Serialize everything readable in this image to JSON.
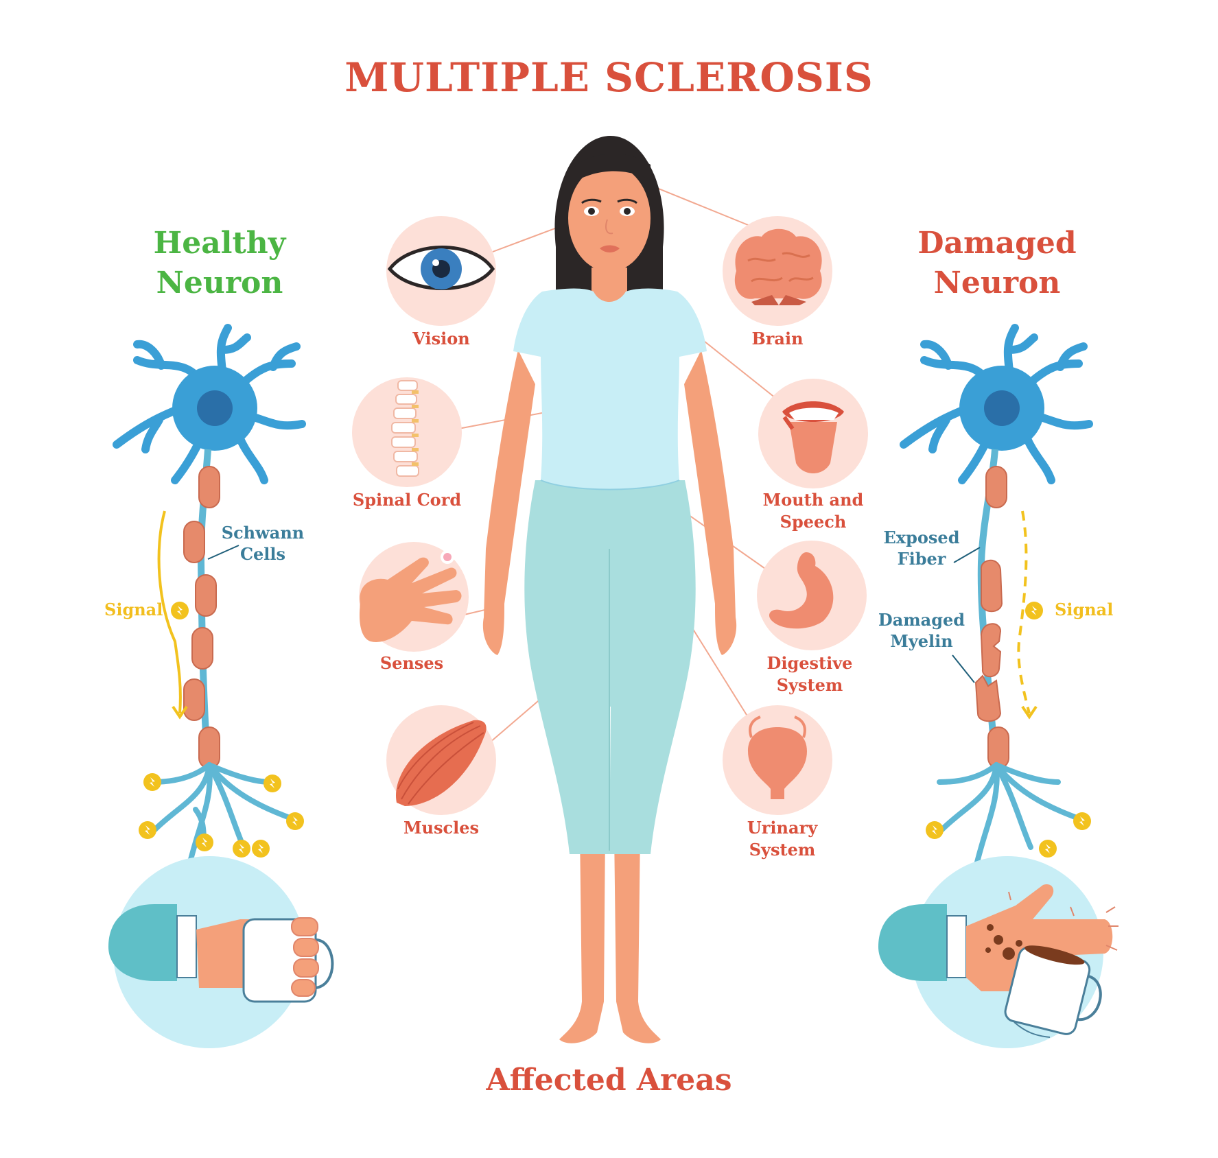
{
  "title": "MULTIPLE SCLEROSIS",
  "healthy_neuron": {
    "heading_line1": "Healthy",
    "heading_line2": "Neuron",
    "schwann_line1": "Schwann",
    "schwann_line2": "Cells",
    "signal": "Signal"
  },
  "damaged_neuron": {
    "heading_line1": "Damaged",
    "heading_line2": "Neuron",
    "exposed_line1": "Exposed",
    "exposed_line2": "Fiber",
    "myelin_line1": "Damaged",
    "myelin_line2": "Myelin",
    "signal": "Signal"
  },
  "organs": {
    "vision": "Vision",
    "brain": "Brain",
    "spinal_cord": "Spinal Cord",
    "mouth_line1": "Mouth and",
    "mouth_line2": "Speech",
    "senses": "Senses",
    "digestive_line1": "Digestive",
    "digestive_line2": "System",
    "muscles": "Muscles",
    "urinary_line1": "Urinary",
    "urinary_line2": "System"
  },
  "bottom_label": "Affected Areas",
  "colors": {
    "title": "#d9503c",
    "healthy": "#4bb543",
    "neuron_blue": "#3a9fd6",
    "dendrite_blue": "#5fb7d4",
    "myelin": "#e68a6b",
    "signal_yellow": "#f2be1e",
    "skin": "#f4a07a",
    "shirt": "#c8eef6",
    "pants": "#a9dede",
    "hair": "#2b2626",
    "organ_bg": "#fde0d8",
    "label_blue": "#3b7d9a"
  },
  "icons": [
    "eye-icon",
    "brain-icon",
    "spine-icon",
    "mouth-icon",
    "hand-icon",
    "stomach-icon",
    "muscle-icon",
    "bladder-icon",
    "neuron-icon",
    "mug-icon"
  ]
}
